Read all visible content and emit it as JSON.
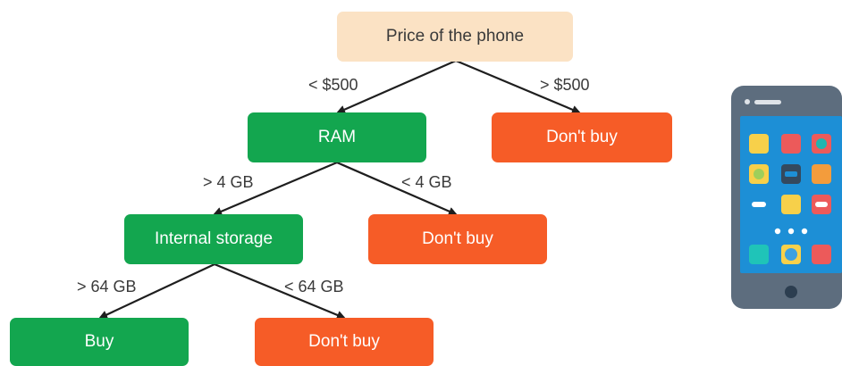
{
  "colors": {
    "root": "#fbe2c4",
    "green": "#13a64f",
    "orange": "#f65c27",
    "line": "#1e1e1e",
    "phone_body": "#5d6d7e",
    "phone_screen": "#1d8fd6"
  },
  "tree": {
    "root": {
      "label": "Price of the phone"
    },
    "edge_lt500": "< $500",
    "edge_gt500": "> $500",
    "ram": {
      "label": "RAM"
    },
    "dont_buy_price": {
      "label": "Don't buy"
    },
    "edge_gt4gb": "> 4 GB",
    "edge_lt4gb": "< 4 GB",
    "internal_storage": {
      "label": "Internal storage"
    },
    "dont_buy_ram": {
      "label": "Don't buy"
    },
    "edge_gt64gb": "> 64 GB",
    "edge_lt64gb": "< 64 GB",
    "buy": {
      "label": "Buy"
    },
    "dont_buy_storage": {
      "label": "Don't buy"
    }
  },
  "illustration": {
    "icon": "smartphone-icon"
  }
}
